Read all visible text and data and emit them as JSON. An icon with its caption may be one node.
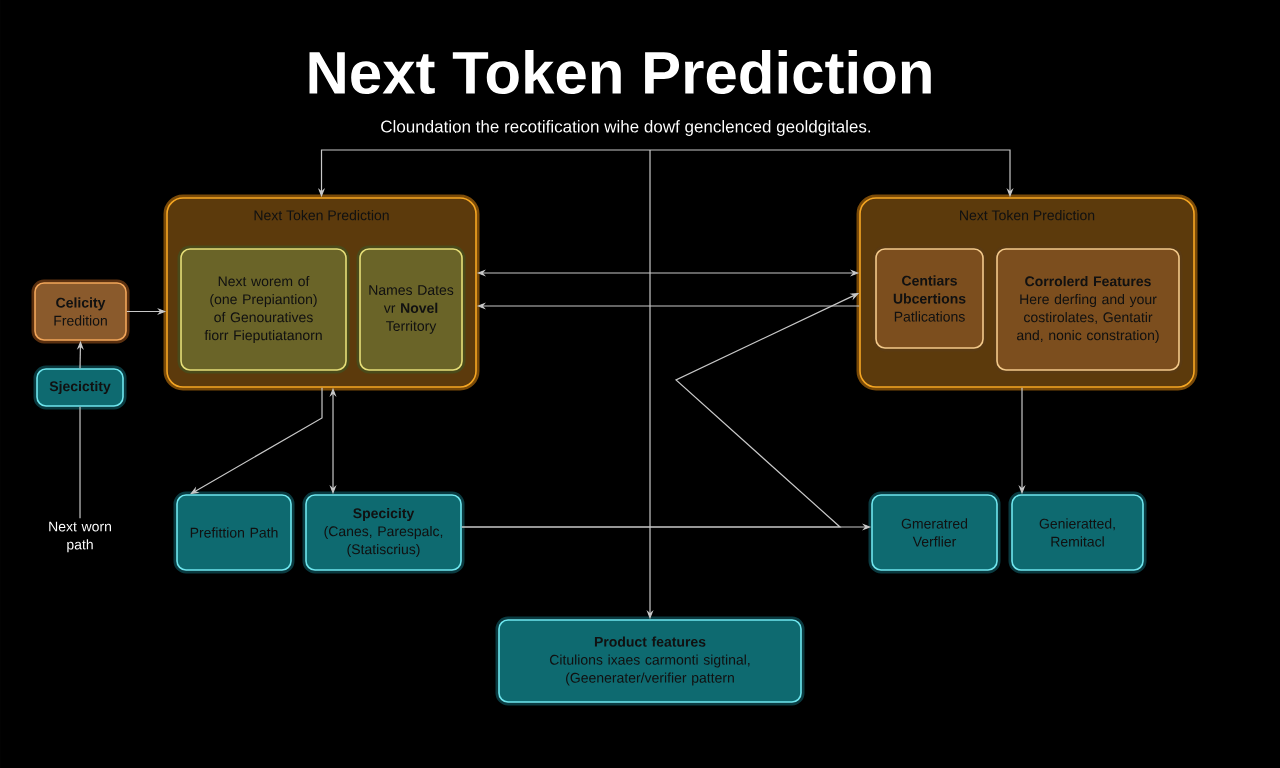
{
  "diagram": {
    "title": "Next Token Prediction",
    "nodes": [
      {
        "text": [
          "Next Token Prediction"
        ]
      },
      {
        "text": [
          "Next worem of (one Prepiantion) of Genouratives fiorr Fieputiatanorn"
        ],
        "in": 0
      },
      {
        "text": [
          "Names Dates vr **Novel** Territory"
        ],
        "in": 0
      },
      {
        "text": [
          "Next Token Prediction"
        ]
      },
      {
        "text": [
          "**Centiars Ubcertions** Patlications"
        ],
        "in": 3
      },
      {
        "text": [
          "Corrolerd Features",
          "Here derfing and your costirolates, Gentatir and, nonic constration)"
        ],
        "in": 3
      },
      {
        "text": [
          "**Celicity** Fredition"
        ]
      },
      {
        "text": [
          "Sjecictity"
        ]
      },
      {
        "text": [
          "Next worn path"
        ]
      },
      {
        "text": [
          "Prefittion Path"
        ]
      },
      {
        "text": [
          "Specicity",
          "(Canes, Parespalc, (Statiscrius)"
        ]
      },
      {
        "text": [
          "Gmeratred Verflier"
        ]
      },
      {
        "text": [
          "Genieratted, Remitacl"
        ]
      },
      {
        "text": [
          "Product features",
          "Citulions ixaes carmonti sigtinal, (Geenerater/verifier pattern"
        ]
      }
    ],
    "edges": [
      {
        "from": 6,
        "to": 0,
        "arrow": "to"
      },
      {
        "from": 7,
        "to": 6,
        "arrow": "to"
      },
      {
        "from": 8,
        "to": 7,
        "arrow": "none"
      },
      {
        "from": null,
        "to": 0,
        "arrow": "to"
      },
      {
        "from": null,
        "to": 3,
        "arrow": "to"
      },
      {
        "from": null,
        "to": 13,
        "arrow": "to"
      },
      {
        "from": 0,
        "to": 3,
        "arrow": "both"
      },
      {
        "from": 3,
        "to": 0,
        "arrow": "to"
      },
      {
        "from": 10,
        "to": 3,
        "arrow": "to"
      },
      {
        "from": 10,
        "to": 11,
        "arrow": "to"
      },
      {
        "from": 0,
        "to": 10,
        "arrow": "both"
      },
      {
        "from": 0,
        "to": 9,
        "arrow": "to"
      },
      {
        "from": 3,
        "to": 12,
        "arrow": "to"
      }
    ],
    "labels": [
      "Cloundation the recotification wihe dowf genclenced geoldgitales."
    ]
  }
}
